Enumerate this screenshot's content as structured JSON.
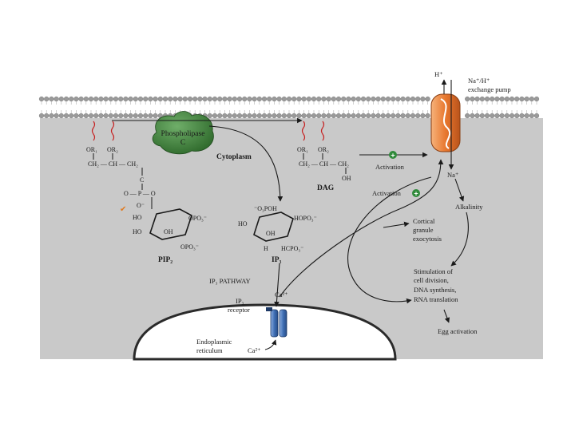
{
  "membrane": {
    "phospholipase_line1": "Phospholipase",
    "phospholipase_line2": "C",
    "cytoplasm": "Cytoplasm",
    "h_plus": "H⁺",
    "pump_line1": "Na⁺/H⁺",
    "pump_line2": "exchange pump",
    "na_plus": "Na⁺"
  },
  "pip2": {
    "or1": "OR₁",
    "or2": "OR₂",
    "backbone": "CH₂ — CH — CH₂",
    "carbonyl_c": "C",
    "oxygen": "O",
    "phosphate": "O — P — O",
    "o_minus": "O⁻",
    "ring_ho1": "HO",
    "ring_ho2": "HO",
    "ring_oh": "OH",
    "ring_opo3_top": "OPO₃⁻",
    "ring_opo3_bottom": "OPO₃⁻",
    "label": "PIP₂"
  },
  "dag": {
    "or1": "OR₁",
    "or2": "OR₂",
    "backbone": "CH₂ — CH — CH₂",
    "oh": "OH",
    "label": "DAG"
  },
  "ip3": {
    "top": "⁻O₃POH",
    "ho": "HO",
    "hopo3": "HOPO₃⁻",
    "oh": "OH",
    "h_bottom": "H",
    "hcpo3": "HCPO₃⁻",
    "label": "IP₃"
  },
  "pathway": {
    "activation_top": "Activation",
    "activation_left": "Activation",
    "alkalinity": "Alkalinity",
    "cortical_line1": "Cortical",
    "cortical_line2": "granule",
    "cortical_line3": "exocytosis",
    "stim_line1": "Stimulation of",
    "stim_line2": "cell division,",
    "stim_line3": "DNA synthesis,",
    "stim_line4": "RNA translation",
    "egg_activation": "Egg activation",
    "ip3_pathway": "IP₃ PATHWAY",
    "ip3_receptor_line1": "IP₃",
    "ip3_receptor_line2": "receptor",
    "ca_top": "Ca²⁺",
    "ca_bottom": "Ca²⁺",
    "er_line1": "Endoplasmic",
    "er_line2": "reticulum",
    "plus_sign": "+"
  },
  "colors": {
    "cytoplasm": "#c9c9c9",
    "phospholipase": "#3d7a3a",
    "pump": "#e8772e",
    "receptor": "#3f6fb5",
    "er": "#ffffff",
    "activation_badge": "#2f8a3a",
    "lipid_tail": "#c62020"
  }
}
